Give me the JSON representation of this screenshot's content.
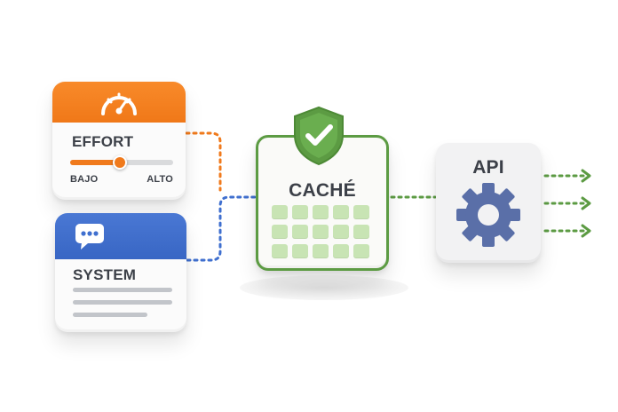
{
  "effort": {
    "title": "EFFORT",
    "low_label": "BAJO",
    "high_label": "ALTO",
    "level_fraction": 0.48,
    "icon": "gauge-icon",
    "color": "#f07a1c"
  },
  "system": {
    "title": "SYSTEM",
    "icon": "chat-bubble-icon",
    "color": "#3f6fcf"
  },
  "cache": {
    "title": "CACHÉ",
    "icon": "shield-check-icon",
    "color": "#5c9b43",
    "grid_rows": 3,
    "grid_cols": 5
  },
  "api": {
    "title": "API",
    "icon": "gear-icon",
    "color": "#5a6fa8"
  },
  "connectors": {
    "effort_to_cache_color": "#f07a1c",
    "system_to_cache_color": "#3f6fcf",
    "cache_to_api_color": "#5c9b43",
    "api_output_color": "#5c9b43",
    "api_output_count": 3
  }
}
